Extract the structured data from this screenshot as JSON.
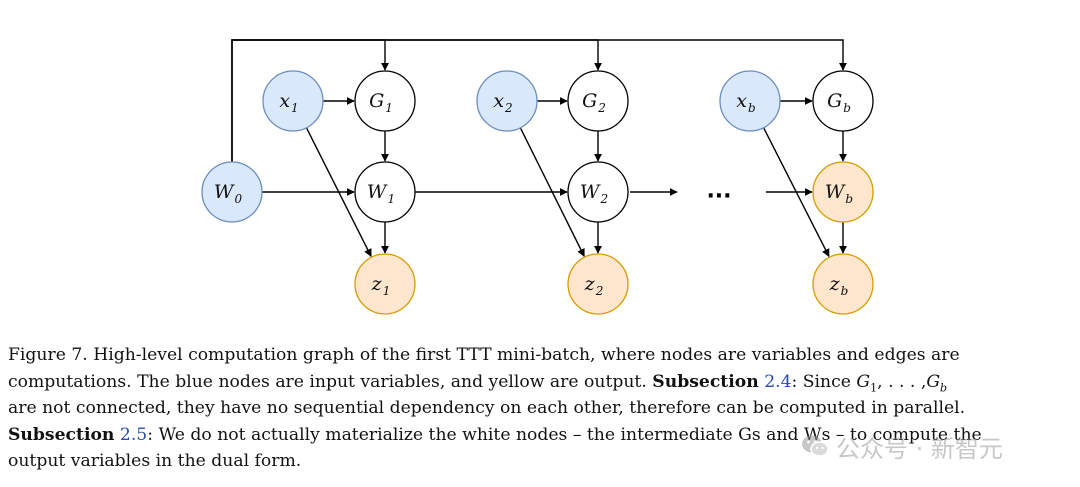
{
  "diagram": {
    "nodes": [
      {
        "id": "x1",
        "main": "x",
        "sub": "1",
        "sub_italic": false,
        "role": "input"
      },
      {
        "id": "G1",
        "main": "G",
        "sub": "1",
        "sub_italic": false,
        "role": "intermediate"
      },
      {
        "id": "x2",
        "main": "x",
        "sub": "2",
        "sub_italic": false,
        "role": "input"
      },
      {
        "id": "G2",
        "main": "G",
        "sub": "2",
        "sub_italic": false,
        "role": "intermediate"
      },
      {
        "id": "xb",
        "main": "x",
        "sub": "b",
        "sub_italic": true,
        "role": "input"
      },
      {
        "id": "Gb",
        "main": "G",
        "sub": "b",
        "sub_italic": true,
        "role": "intermediate"
      },
      {
        "id": "W0",
        "main": "W",
        "sub": "0",
        "sub_italic": false,
        "role": "input"
      },
      {
        "id": "W1",
        "main": "W",
        "sub": "1",
        "sub_italic": false,
        "role": "intermediate"
      },
      {
        "id": "W2",
        "main": "W",
        "sub": "2",
        "sub_italic": false,
        "role": "intermediate"
      },
      {
        "id": "Wb",
        "main": "W",
        "sub": "b",
        "sub_italic": true,
        "role": "output"
      },
      {
        "id": "z1",
        "main": "z",
        "sub": "1",
        "sub_italic": false,
        "role": "output"
      },
      {
        "id": "z2",
        "main": "z",
        "sub": "2",
        "sub_italic": false,
        "role": "output"
      },
      {
        "id": "zb",
        "main": "z",
        "sub": "b",
        "sub_italic": true,
        "role": "output"
      }
    ],
    "edges": [
      [
        "x1",
        "G1"
      ],
      [
        "x2",
        "G2"
      ],
      [
        "xb",
        "Gb"
      ],
      [
        "G1",
        "W1"
      ],
      [
        "G2",
        "W2"
      ],
      [
        "Gb",
        "Wb"
      ],
      [
        "W0",
        "W1"
      ],
      [
        "W1",
        "W2"
      ],
      [
        "W1",
        "z1"
      ],
      [
        "W2",
        "z2"
      ],
      [
        "Wb",
        "zb"
      ],
      [
        "x1",
        "z1"
      ],
      [
        "x2",
        "z2"
      ],
      [
        "xb",
        "zb"
      ],
      [
        "W0",
        "G1"
      ],
      [
        "W0",
        "G2"
      ],
      [
        "W0",
        "Gb"
      ]
    ],
    "ellipsis": "···",
    "colors": {
      "input_fill": "#dae8fc",
      "input_stroke": "#6c8ebf",
      "output_fill": "#ffe6cc",
      "output_stroke": "#d79b00",
      "intermediate_fill": "#ffffff",
      "intermediate_stroke": "#000000"
    }
  },
  "caption": {
    "l1": "Figure 7. High-level computation graph of the first TTT mini-batch, where nodes are variables and edges are",
    "l2": "computations. The blue nodes are input variables, and yellow are output.",
    "l2_bold": "Subsection",
    "l2_ref": "2.4",
    "l2_tail": ": Since",
    "l2_G": "G",
    "l2_sub1": "1",
    "l2_mid": ", . . . ,",
    "l2_subb": "b",
    "l3": "are not connected, they have no sequential dependency on each other, therefore can be computed in parallel.",
    "l4_bold": "Subsection",
    "l4_ref": "2.5",
    "l4": ": We do not actually materialize the white nodes – the intermediate Gs and Ws – to compute the",
    "l5": "output variables in the dual form."
  },
  "watermark": {
    "text": "公众号 · 新智元"
  }
}
